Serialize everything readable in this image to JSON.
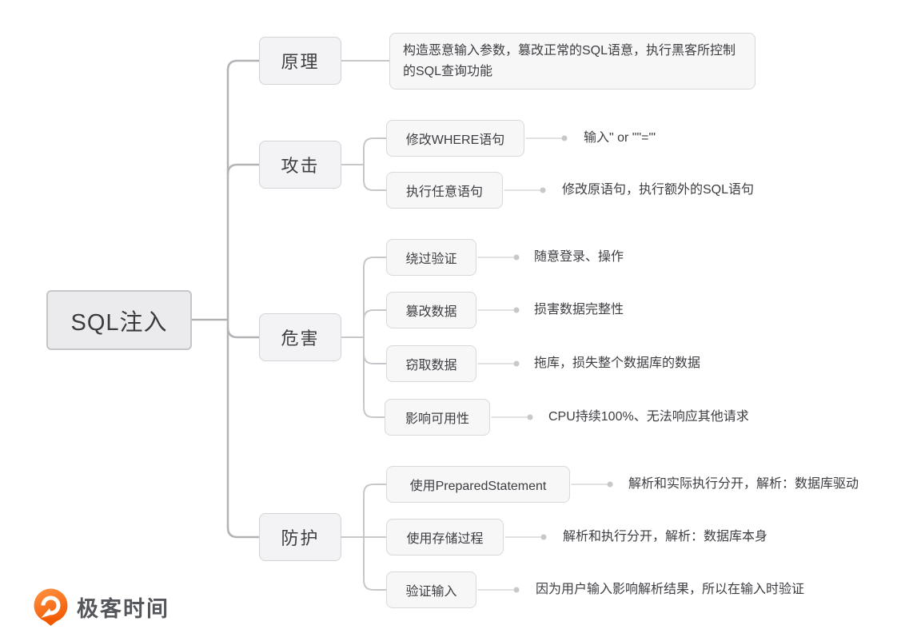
{
  "title": "SQL注入思维导图",
  "root": {
    "label": "SQL注入"
  },
  "branches": [
    {
      "label": "原理",
      "children": [
        {
          "label": "构造恶意输入参数，篡改正常的SQL语意，执行黑客所控制的SQL查询功能",
          "note": ""
        }
      ]
    },
    {
      "label": "攻击",
      "children": [
        {
          "label": "修改WHERE语句",
          "note": "输入\" or \"\"=\"'"
        },
        {
          "label": "执行任意语句",
          "note": "修改原语句，执行额外的SQL语句"
        }
      ]
    },
    {
      "label": "危害",
      "children": [
        {
          "label": "绕过验证",
          "note": "随意登录、操作"
        },
        {
          "label": "篡改数据",
          "note": "损害数据完整性"
        },
        {
          "label": "窃取数据",
          "note": "拖库，损失整个数据库的数据"
        },
        {
          "label": "影响可用性",
          "note": "CPU持续100%、无法响应其他请求"
        }
      ]
    },
    {
      "label": "防护",
      "children": [
        {
          "label": "使用PreparedStatement",
          "note": "解析和实际执行分开，解析：数据库驱动"
        },
        {
          "label": "使用存储过程",
          "note": "解析和执行分开，解析：数据库本身"
        },
        {
          "label": "验证输入",
          "note": "因为用户输入影响解析结果，所以在输入时验证"
        }
      ]
    }
  ],
  "logo": {
    "text": "极客时间",
    "icon": "geektime-pin-icon",
    "orange": "#F25A02"
  },
  "colors": {
    "trunk_line": "#b2b2b7",
    "branch_line": "#c7c7cb",
    "leaf_line": "#d9d9d9",
    "leaf_dot": "#c8c8c8",
    "node_fill": "#f7f7f8",
    "node_border": "#d9d9dc",
    "root_fill": "#ebebed",
    "text": "#3d3e42"
  }
}
